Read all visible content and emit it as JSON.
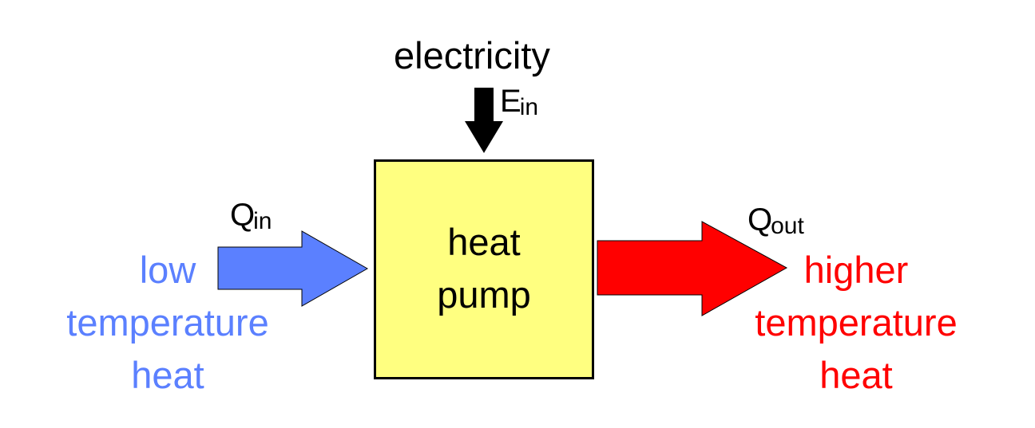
{
  "diagram": {
    "input_energy": {
      "label": "electricity",
      "symbol": "E",
      "subscript": "in",
      "arrow_color": "#000000"
    },
    "heat_pump": {
      "lines": [
        "heat",
        "pump"
      ],
      "fill_color": "#ffff80"
    },
    "heat_in": {
      "symbol": "Q",
      "subscript": "in",
      "lines": [
        "low",
        "temperature",
        "heat"
      ],
      "color": "#5b80ff"
    },
    "heat_out": {
      "symbol": "Q",
      "subscript": "out",
      "lines": [
        "higher",
        "temperature",
        "heat"
      ],
      "color": "#ff0000"
    }
  }
}
